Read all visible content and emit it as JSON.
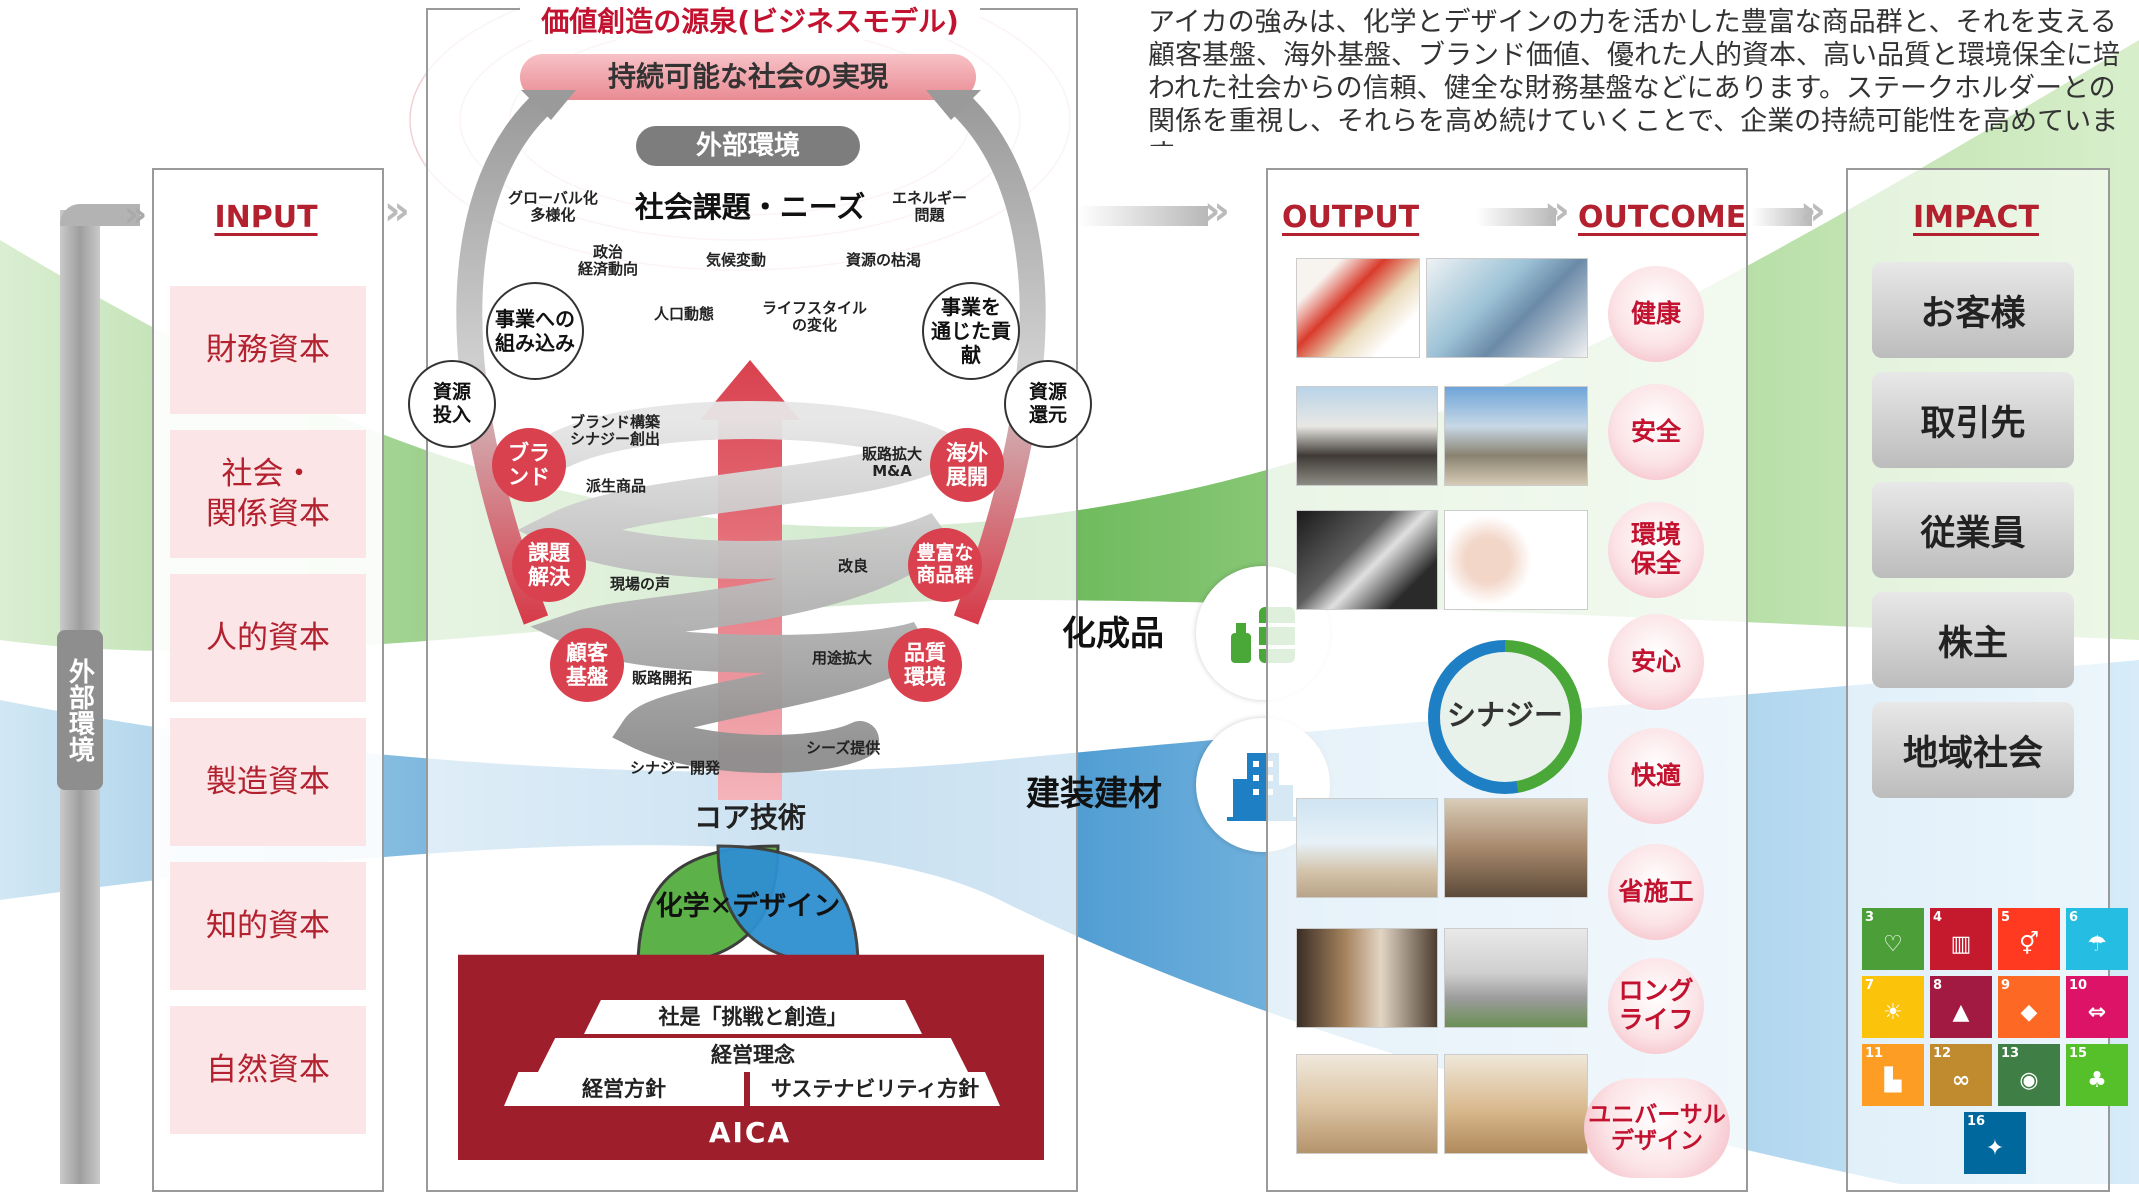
{
  "intro_text": "アイカの強みは、化学とデザインの力を活かした豊富な商品群と、それを支える顧客基盤、海外基盤、ブランド価値、優れた人的資本、高い品質と環境保全に培われた社会からの信頼、健全な財務基盤などにあります。ステークホルダーとの関係を重視し、それらを高め続けていくことで、企業の持続可能性を高めています。",
  "side_label": "外部環境",
  "input": {
    "heading": "INPUT",
    "capitals": [
      "財務資本",
      "社会・\n関係資本",
      "人的資本",
      "製造資本",
      "知的資本",
      "自然資本"
    ]
  },
  "business_model": {
    "title": "価値創造の源泉(ビジネスモデル)",
    "goal": "持続可能な社会の実現",
    "external_env": "外部環境",
    "social_issues": "社会課題・ニーズ",
    "issue_tags": [
      "グローバル化\n多様化",
      "エネルギー\n問題",
      "政治\n経済動向",
      "気候変動",
      "資源の枯渇",
      "人口動態",
      "ライフスタイル\nの変化"
    ],
    "left_badge": "事業への\n組み込み",
    "right_badge": "事業を\n通じた貢献",
    "resource_in": "資源\n投入",
    "resource_out": "資源\n還元",
    "spiral_badges": [
      "ブラ\nンド",
      "海外\n展開",
      "課題\n解決",
      "豊富な\n商品群",
      "顧客\n基盤",
      "品質\n環境"
    ],
    "spiral_labels": [
      "ブランド構築\nシナジー創出",
      "販路拡大\nM&A",
      "派生商品",
      "改良",
      "現場の声",
      "用途拡大",
      "販路開拓",
      "シーズ提供",
      "シナジー開発"
    ],
    "core_tech": "コア技術",
    "core_pair": "化学✕デザイン",
    "foundation": [
      "社是「挑戦と創造」",
      "経営理念",
      "経営方針",
      "サステナビリティ方針"
    ],
    "logo": "AICA"
  },
  "segments": [
    "化成品",
    "建装建材"
  ],
  "output": {
    "heading": "OUTPUT"
  },
  "outcome": {
    "heading": "OUTCOME",
    "items": [
      "健康",
      "安全",
      "環境\n保全",
      "安心",
      "快適",
      "省施工",
      "ロング\nライフ",
      "ユニバーサル\nデザイン"
    ],
    "synergy": "シナジー"
  },
  "impact": {
    "heading": "IMPACT",
    "stakeholders": [
      "お客様",
      "取引先",
      "従業員",
      "株主",
      "地域社会"
    ]
  },
  "sdgs": [
    {
      "num": "3",
      "color": "#4c9f38",
      "glyph": "♡"
    },
    {
      "num": "4",
      "color": "#c5192d",
      "glyph": "▥"
    },
    {
      "num": "5",
      "color": "#ff3a21",
      "glyph": "⚥"
    },
    {
      "num": "6",
      "color": "#26bde2",
      "glyph": "☂"
    },
    {
      "num": "7",
      "color": "#fcc30b",
      "glyph": "☀"
    },
    {
      "num": "8",
      "color": "#a21942",
      "glyph": "▲"
    },
    {
      "num": "9",
      "color": "#fd6925",
      "glyph": "◆"
    },
    {
      "num": "10",
      "color": "#dd1367",
      "glyph": "⇔"
    },
    {
      "num": "11",
      "color": "#fd9d24",
      "glyph": "▙"
    },
    {
      "num": "12",
      "color": "#bf8b2e",
      "glyph": "∞"
    },
    {
      "num": "13",
      "color": "#3f7e44",
      "glyph": "◉"
    },
    {
      "num": "15",
      "color": "#56c02b",
      "glyph": "♣"
    },
    {
      "num": "16",
      "color": "#00689d",
      "glyph": "✦"
    }
  ]
}
